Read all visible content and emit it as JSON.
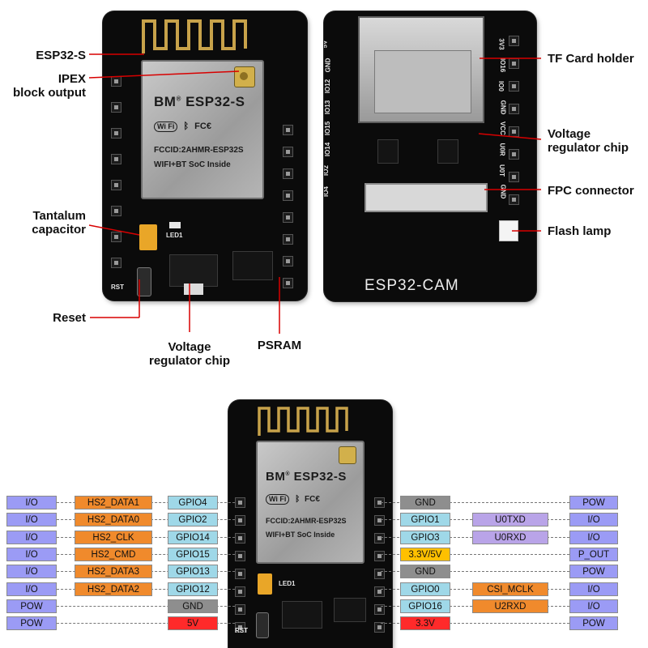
{
  "callouts": {
    "esp32s": "ESP32-S",
    "ipex": "IPEX\nblock output",
    "tantalum": "Tantalum\ncapacitor",
    "reset": "Reset",
    "vreg_bottom": "Voltage\nregulator chip",
    "psram": "PSRAM",
    "tf_card": "TF Card holder",
    "vreg_right": "Voltage\nregulator chip",
    "fpc": "FPC connector",
    "flash": "Flash lamp"
  },
  "module": {
    "brand": "BM",
    "model": "ESP32-S",
    "wifi": "Wi Fi",
    "fcc": "FC€",
    "fccid": "FCCID:2AHMR-ESP32S",
    "tagline": "WIFI+BT SoC Inside"
  },
  "board_front": {
    "led_label": "LED1",
    "rst_label": "RST"
  },
  "board_back": {
    "name": "ESP32-CAM",
    "pin_labels_top": [
      "5V",
      "GND",
      "IO12",
      "IO13",
      "IO15",
      "IO14",
      "IO2",
      "IO4"
    ],
    "pin_labels_right": [
      "3V3",
      "IO16",
      "IO0",
      "GND",
      "VCC",
      "U0R",
      "U0T",
      "GND"
    ]
  },
  "pinout": {
    "left": [
      {
        "type": "I/O",
        "func": "HS2_DATA1",
        "gpio": "GPIO4"
      },
      {
        "type": "I/O",
        "func": "HS2_DATA0",
        "gpio": "GPIO2"
      },
      {
        "type": "I/O",
        "func": "HS2_CLK",
        "gpio": "GPIO14"
      },
      {
        "type": "I/O",
        "func": "HS2_CMD",
        "gpio": "GPIO15"
      },
      {
        "type": "I/O",
        "func": "HS2_DATA3",
        "gpio": "GPIO13"
      },
      {
        "type": "I/O",
        "func": "HS2_DATA2",
        "gpio": "GPIO12"
      },
      {
        "type": "POW",
        "func": "",
        "gpio": "GND"
      },
      {
        "type": "POW",
        "func": "",
        "gpio": "5V"
      }
    ],
    "right": [
      {
        "gpio": "GND",
        "func": "",
        "type": "POW"
      },
      {
        "gpio": "GPIO1",
        "func": "U0TXD",
        "type": "I/O"
      },
      {
        "gpio": "GPIO3",
        "func": "U0RXD",
        "type": "I/O"
      },
      {
        "gpio": "3.3V/5V",
        "func": "",
        "type": "P_OUT"
      },
      {
        "gpio": "GND",
        "func": "",
        "type": "POW"
      },
      {
        "gpio": "GPIO0",
        "func": "CSI_MCLK",
        "type": "I/O"
      },
      {
        "gpio": "GPIO16",
        "func": "U2RXD",
        "type": "I/O"
      },
      {
        "gpio": "3.3V",
        "func": "",
        "type": "POW"
      }
    ]
  },
  "colors": {
    "type": "#9b9bf5",
    "func_orange": "#f08a2c",
    "func_purple": "#b9a4e8",
    "gpio_blue": "#9fd8e8",
    "gnd_gray": "#8e8e8e",
    "power_red": "#ff2a2a",
    "power_yellow": "#ffc000",
    "callout_line": "#d80000"
  }
}
